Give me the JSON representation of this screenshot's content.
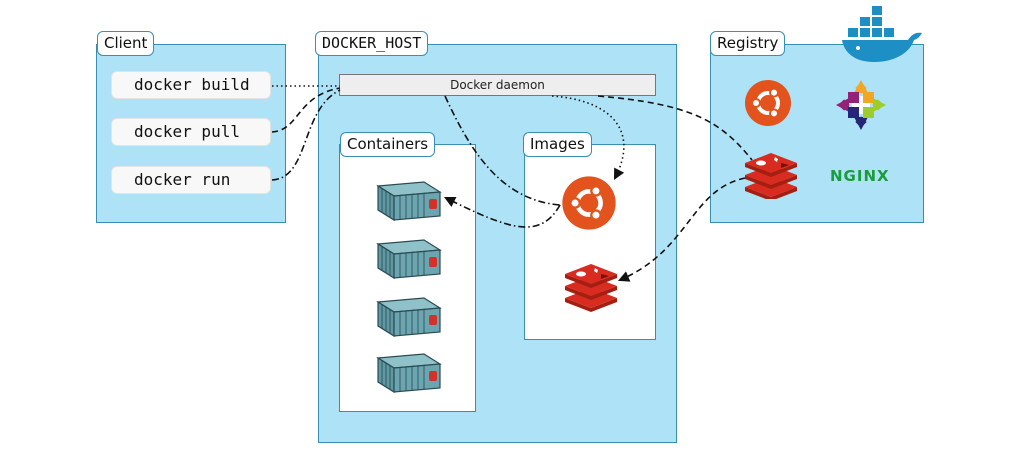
{
  "client": {
    "title": "Client",
    "commands": [
      "docker build",
      "docker pull",
      "docker run"
    ]
  },
  "host": {
    "title": "DOCKER_HOST",
    "daemon": "Docker daemon",
    "containers_title": "Containers",
    "images_title": "Images"
  },
  "registry": {
    "title": "Registry",
    "nginx_logo": "NGINX"
  },
  "icons": [
    "docker-whale-icon",
    "ubuntu-icon",
    "centos-icon",
    "redis-icon",
    "nginx-icon",
    "container-icon"
  ],
  "colors": {
    "panel": "#aee2f6",
    "border": "#3a8fb0",
    "ubuntu": "#e2531e",
    "redis": "#d2322a",
    "nginx": "#1a9c3c",
    "container": "#6ba5b0"
  }
}
